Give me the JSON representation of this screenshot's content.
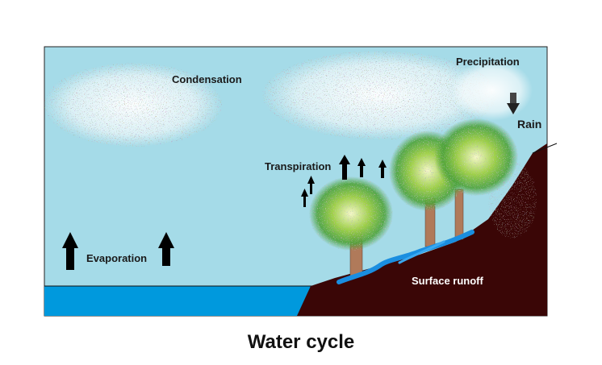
{
  "labels": {
    "condensation": "Condensation",
    "precipitation": "Precipitation",
    "rain": "Rain",
    "transpiration": "Transpiration",
    "evaporation": "Evaporation",
    "surface_runoff": "Surface runoff"
  },
  "caption": "Water cycle",
  "colors": {
    "sky": "#a5dbe8",
    "water": "#0099dd",
    "ground": "#3a0606",
    "trunk": "#b07a5a",
    "runoff_stream": "#1a8ee0",
    "arrow": "#000000"
  }
}
